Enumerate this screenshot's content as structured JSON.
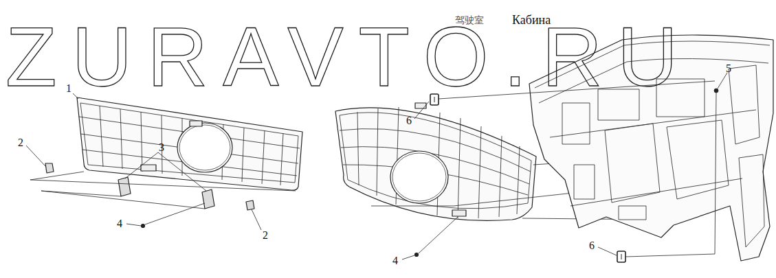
{
  "diagram": {
    "labels": [
      "ZURAVTO.RU",
      "驾驶室",
      "Кабина",
      "1",
      "6",
      "5",
      "2",
      "3",
      "4",
      "2",
      "4",
      "6"
    ]
  }
}
